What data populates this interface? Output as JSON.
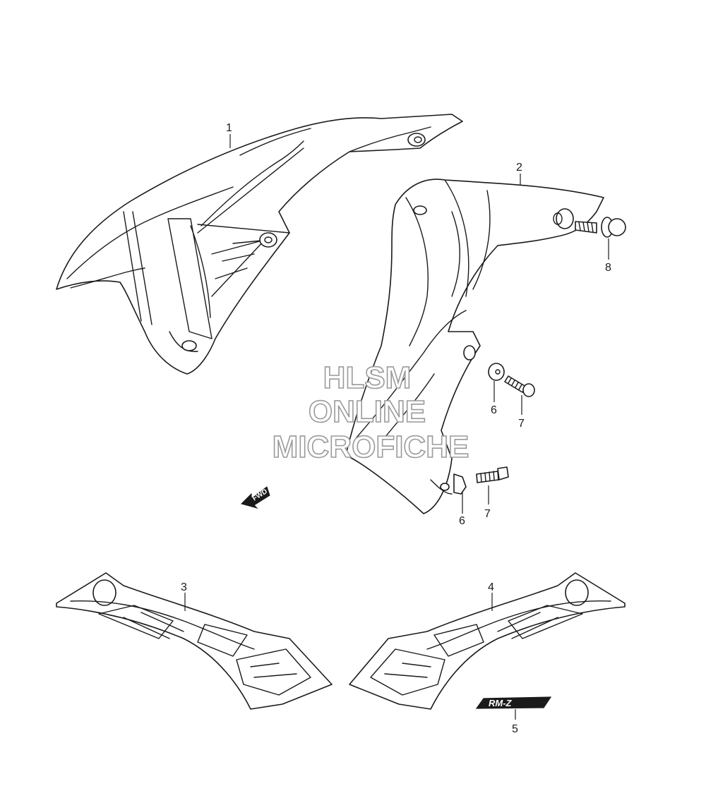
{
  "callouts": {
    "c1": "1",
    "c2": "2",
    "c3": "3",
    "c4": "4",
    "c5": "5",
    "c6a": "6",
    "c6b": "6",
    "c7a": "7",
    "c7b": "7",
    "c8": "8"
  },
  "watermark": {
    "line1": "HLSM",
    "line2": "ONLINE",
    "line3": "MICROFICHE"
  },
  "direction_arrow": {
    "label": "FWD"
  },
  "emblem": {
    "label": "RM-Z"
  },
  "colors": {
    "ink": "#1a1a1a",
    "watermark_outline": "#9a9a9a",
    "background": "#ffffff"
  }
}
